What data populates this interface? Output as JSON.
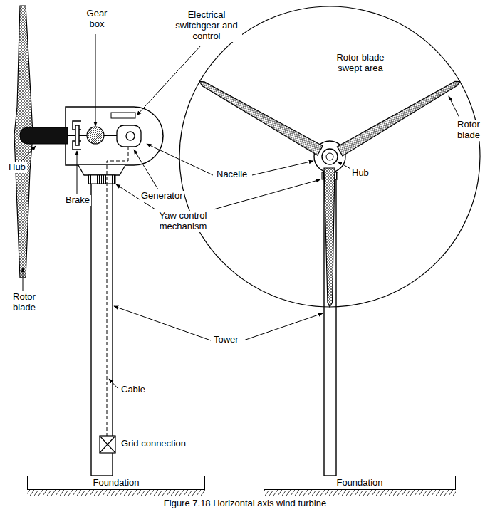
{
  "diagram": {
    "caption": "Figure 7.18 Horizontal axis wind turbine",
    "nodes": [
      {
        "text": [
          "Rotor blade swept area"
        ]
      },
      {
        "text": [
          "Foundation"
        ]
      },
      {
        "text": [
          "Foundation"
        ]
      }
    ],
    "labels": [
      "Gear box",
      "Electrical switchgear and control",
      "Rotor blade",
      "Hub",
      "Nacelle",
      "Hub",
      "Generator",
      "Brake",
      "Yaw control mechanism",
      "Rotor blade",
      "Tower",
      "Cable",
      "Grid connection"
    ]
  }
}
